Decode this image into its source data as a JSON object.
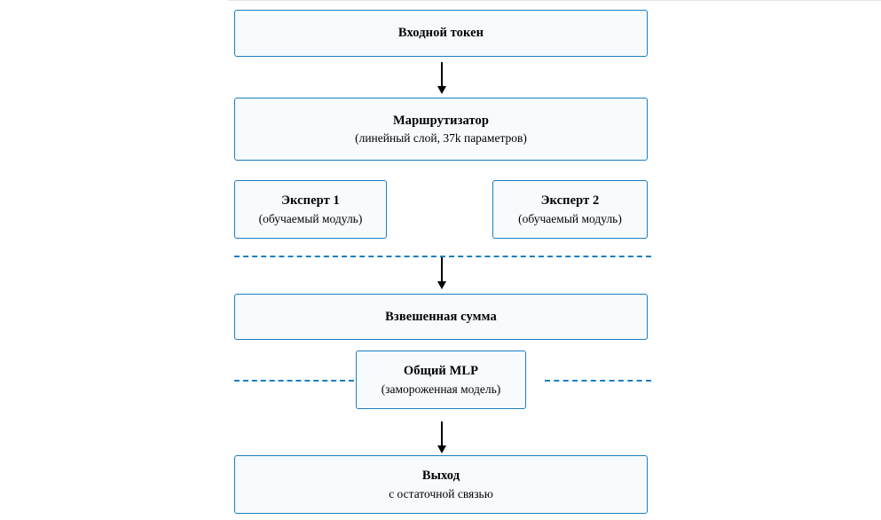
{
  "diagram": {
    "title_text": "",
    "accent_color": "#1a7fc1",
    "node_fill": "#f7fbfe",
    "arrow_color": "#000000",
    "nodes": [
      {
        "id": "input-token",
        "title": "Входной токен",
        "sub": ""
      },
      {
        "id": "router",
        "title": "Маршрутизатор",
        "sub": "(линейный слой, 37k параметров)"
      },
      {
        "id": "expert-1",
        "title": "Эксперт 1",
        "sub": "(обучаемый модуль)"
      },
      {
        "id": "expert-2",
        "title": "Эксперт 2",
        "sub": "(обучаемый модуль)"
      },
      {
        "id": "weighted-sum",
        "title": "Взвешенная сумма",
        "sub": ""
      },
      {
        "id": "shared-mlp",
        "title": "Общий MLP",
        "sub": "(замороженная модель)"
      },
      {
        "id": "output",
        "title": "Выход",
        "sub": "с остаточной связью"
      }
    ],
    "connectors": [
      {
        "id": "arrow-input-to-router"
      },
      {
        "id": "arrow-experts-to-sum"
      },
      {
        "id": "arrow-mlp-to-output"
      }
    ],
    "separators": [
      {
        "id": "experts-boundary-dashed"
      },
      {
        "id": "mlp-left-dashed"
      },
      {
        "id": "mlp-right-dashed"
      }
    ]
  }
}
